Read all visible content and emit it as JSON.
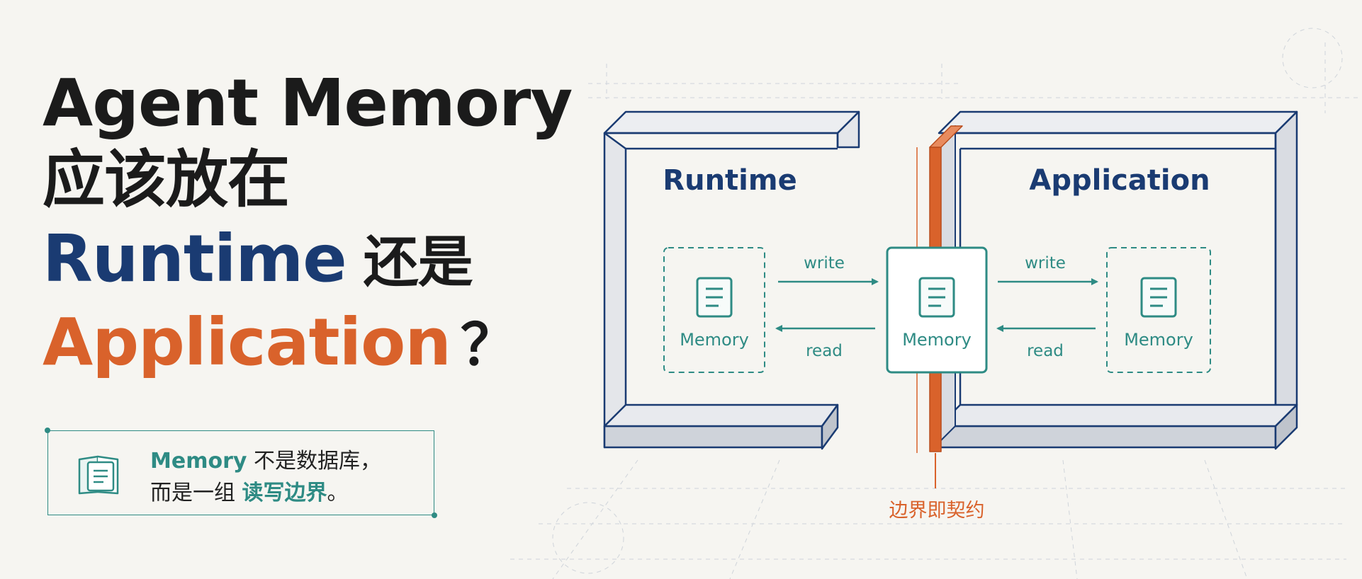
{
  "title": {
    "line1": "Agent Memory",
    "line2": "应该放在",
    "line3_en": "Runtime",
    "line3_zh": "还是",
    "line4_en": "Application",
    "line4_q": "？"
  },
  "callout": {
    "line1_accent": "Memory",
    "line1_rest": " 不是数据库，",
    "line2_prefix": "而是一组 ",
    "line2_accent": "读写边界",
    "line2_suffix": "。",
    "icon": "document-icon"
  },
  "diagram": {
    "left_label": "Runtime",
    "right_label": "Application",
    "left_memory": "Memory",
    "center_memory": "Memory",
    "right_memory": "Memory",
    "write_left": "write",
    "read_left": "read",
    "write_right": "write",
    "read_right": "read",
    "boundary_label": "边界即契约",
    "icon": "document-icon"
  },
  "colors": {
    "navy": "#1a3b72",
    "orange": "#d9622b",
    "teal": "#2e8b84",
    "ink": "#1b1b1b",
    "background": "#f6f5f1"
  }
}
